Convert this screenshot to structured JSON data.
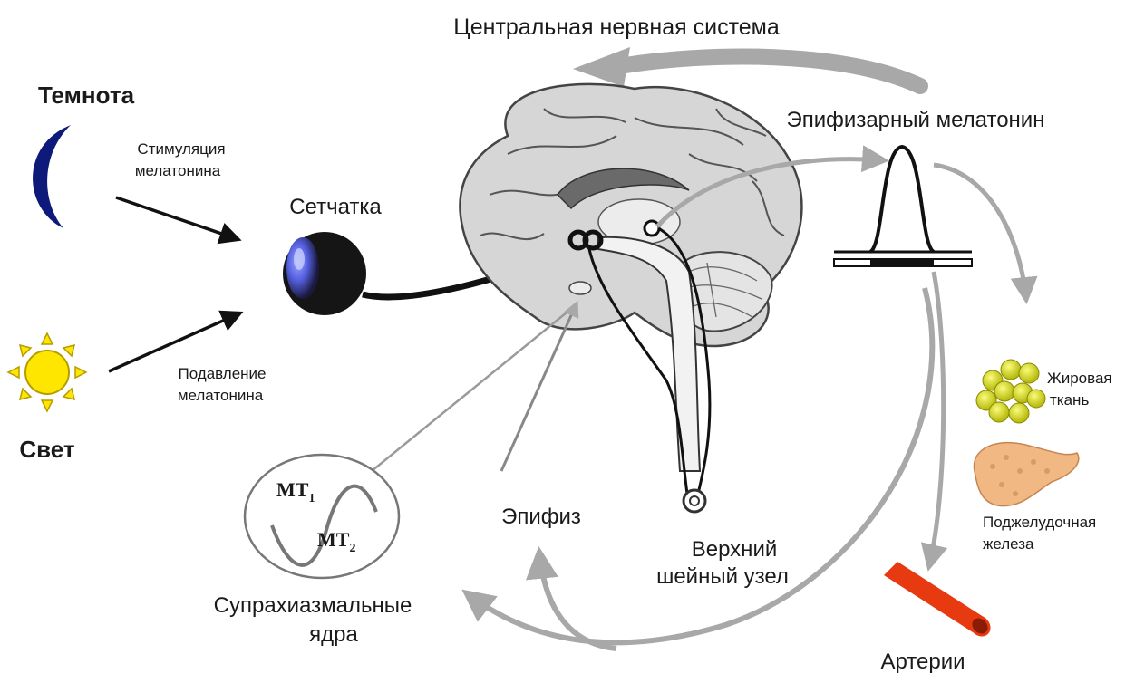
{
  "diagram": {
    "labels": {
      "cns": "Центральная нервная система",
      "darkness": "Темнота",
      "stimulation_1": "Стимуляция",
      "stimulation_2": "мелатонина",
      "light": "Свет",
      "suppression_1": "Подавление",
      "suppression_2": "мелатонина",
      "retina": "Сетчатка",
      "pineal_melatonin": "Эпифизарный мелатонин",
      "adipose_1": "Жировая",
      "adipose_2": "ткань",
      "pancreas_1": "Поджелудочная",
      "pancreas_2": "железа",
      "arteries": "Артерии",
      "pineal": "Эпифиз",
      "ganglion_1": "Верхний",
      "ganglion_2": "шейный узел",
      "scn_1": "Супрахиазмальные",
      "scn_2": "ядра",
      "mt1": "MT",
      "mt1_sub": "1",
      "mt2": "MT",
      "mt2_sub": "2"
    },
    "icons": {
      "moon": "crescent-moon-icon",
      "sun": "sun-icon",
      "eye": "eye-icon",
      "brain": "brain-icon",
      "adipose": "fat-cells-icon",
      "pancreas": "pancreas-icon",
      "artery": "artery-icon"
    },
    "colors": {
      "moon": "#0d1a7a",
      "sun": "#ffe600",
      "sun_outline": "#b59c00",
      "eye_iris": "#6f7fff",
      "eye_body": "#111111",
      "brain": "#d6d6d6",
      "arrow_grey": "#a8a8a8",
      "artery": "#e83a10",
      "fat": "#e6e81a",
      "pancreas": "#f2b884"
    }
  }
}
